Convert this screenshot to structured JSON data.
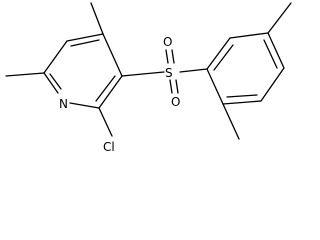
{
  "molecule": {
    "atoms": {
      "nitrogen": "N",
      "chlorine": "Cl",
      "sulfur": "S",
      "oxygen_top": "O",
      "oxygen_bottom": "O"
    },
    "colors": {
      "bond": "#000000",
      "label": "#000000",
      "background": "#ffffff"
    }
  }
}
